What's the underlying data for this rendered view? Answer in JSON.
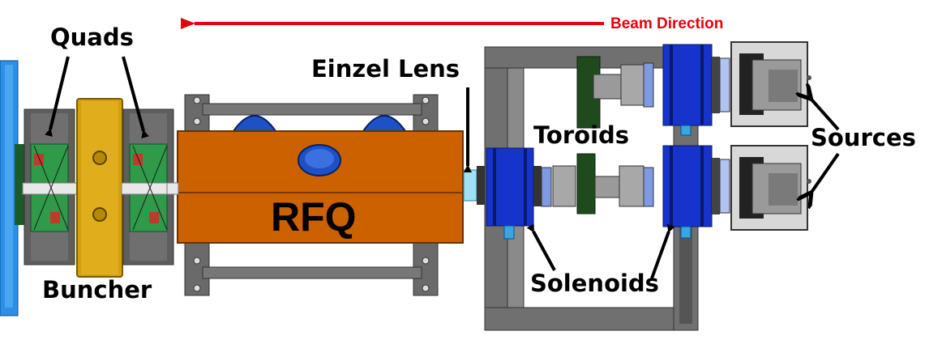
{
  "beam": {
    "label": "Beam Direction",
    "color": "#e8000d"
  },
  "labels": {
    "quads": "Quads",
    "buncher": "Buncher",
    "rfq": "RFQ",
    "einzel": "Einzel Lens",
    "toroids": "Toroids",
    "solenoids": "Solenoids",
    "sources": "Sources"
  },
  "colors": {
    "rfq": "#cc6100",
    "buncher": "#d4a010",
    "solenoid": "#1633cc",
    "frame": "#5a5a5a",
    "quad": "#2e9a4a",
    "left_flange": "#2d8fe6",
    "toroid": "#1e4a1e"
  }
}
